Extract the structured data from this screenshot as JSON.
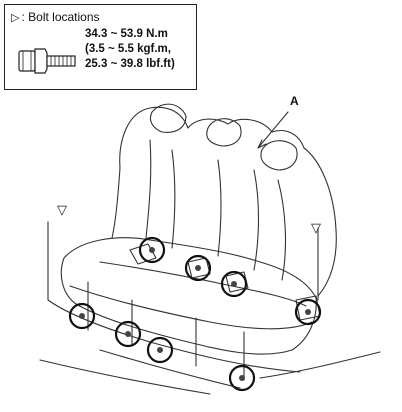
{
  "legend": {
    "symbol": "▷",
    "title": ": Bolt locations",
    "torque_lines": [
      "34.3 ~ 53.9 N.m",
      "(3.5 ~ 5.5 kgf.m,",
      "25.3 ~ 39.8 lbf.ft)"
    ]
  },
  "callout": {
    "label": "A"
  },
  "markers": {
    "symbol": "▽"
  }
}
